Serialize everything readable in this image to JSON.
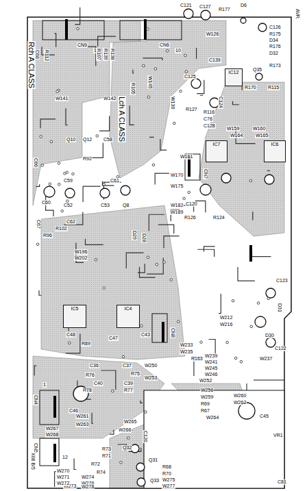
{
  "diagram": {
    "nodes": [
      {
        "text": [
          "IC5"
        ]
      },
      {
        "text": [
          "IC4"
        ]
      },
      {
        "text": [
          "IC7"
        ]
      },
      {
        "text": [
          "IC6"
        ]
      },
      {
        "text": [
          "IC12"
        ]
      }
    ],
    "labels": [
      "AVR.",
      "C121",
      "C127",
      "R177",
      "D6",
      "C126",
      "R175",
      "D34",
      "R176",
      "D32",
      "R173",
      "Q35",
      "R170",
      "R115",
      "C125",
      "R127",
      "C124",
      "C139",
      "W126",
      "Rch A CLASS",
      "Lch A CLASS",
      "CN9",
      "CN6",
      "C68",
      "R112",
      "W141",
      "W142",
      "W145",
      "W130",
      "W161",
      "W159",
      "W160",
      "W164",
      "W165",
      "CN7",
      "C76",
      "C128",
      "R116",
      "W170",
      "W175",
      "W182",
      "W189",
      "C120",
      "R126",
      "R124",
      "C48",
      "C47",
      "C43",
      "CN8",
      "R89",
      "W196",
      "W202",
      "D29",
      "D28",
      "W233",
      "W235",
      "W239",
      "W241",
      "W245",
      "W246",
      "W237",
      "D30",
      "D31",
      "C122",
      "C123",
      "W212",
      "W216",
      "C36",
      "R76",
      "C40",
      "R78",
      "C37",
      "R75",
      "C39",
      "R77",
      "W250",
      "W253",
      "W252",
      "R163",
      "W256",
      "W259",
      "R69",
      "R67",
      "W264",
      "W260",
      "W262",
      "C45",
      "CN4",
      "C46",
      "W267",
      "W268",
      "CN5",
      "12",
      "W261",
      "W263",
      "W265",
      "W266",
      "C120",
      "Q32",
      "R73",
      "R71",
      "R72",
      "R74",
      "Q31",
      "Q33",
      "R68",
      "R70",
      "W275",
      "W277",
      "W274",
      "W276",
      "W278",
      "W273",
      "W270",
      "W271",
      "W272",
      "X08 B/5",
      "VR1",
      "C81",
      "10",
      "10",
      "1",
      "C60",
      "C52",
      "C53",
      "Q8",
      "Q10",
      "Q12",
      "C58",
      "C59",
      "C61",
      "R92",
      "R96",
      "R102",
      "C62",
      "C66",
      "C67",
      "R105",
      "R107",
      "R139",
      "R138"
    ]
  }
}
